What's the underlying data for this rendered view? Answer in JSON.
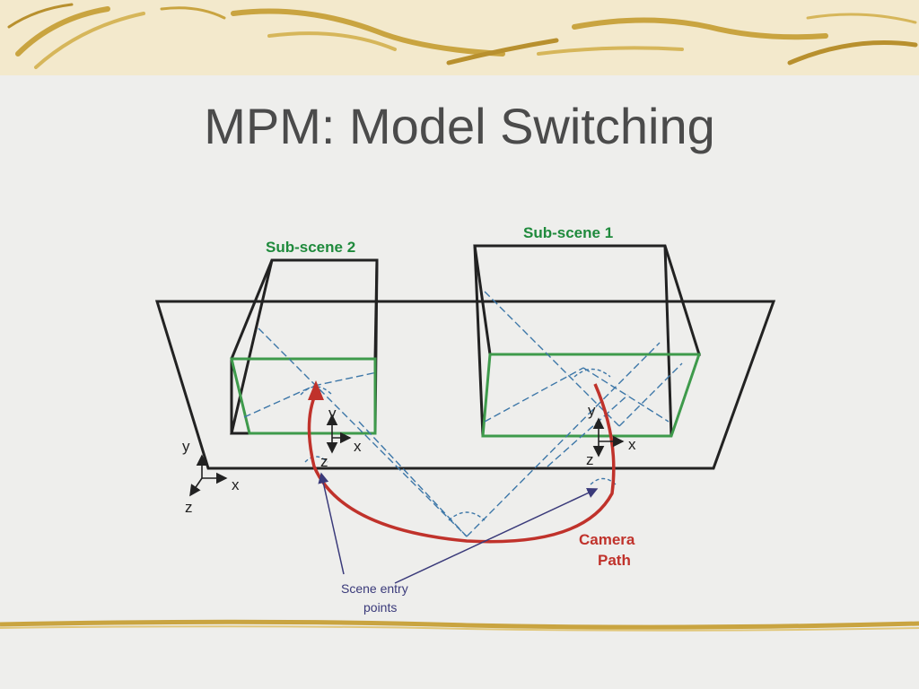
{
  "slide": {
    "title": "MPM: Model Switching"
  },
  "diagram": {
    "subscene1_label": "Sub-scene 1",
    "subscene2_label": "Sub-scene 2",
    "camera_path_label_line1": "Camera",
    "camera_path_label_line2": "Path",
    "entry_label_line1": "Scene entry",
    "entry_label_line2": "points",
    "axes_world": {
      "x": "x",
      "y": "y",
      "z": "z"
    },
    "axes_sub1": {
      "x": "x",
      "y": "y",
      "z": "z"
    },
    "axes_sub2": {
      "x": "x",
      "y": "y",
      "z": "z"
    }
  },
  "colors": {
    "title": "#4b4b4b",
    "subscene_green": "#1f8a3c",
    "camera_red": "#c0322b",
    "dashed_blue": "#3d77a8",
    "border_gold": "#c9a440"
  }
}
